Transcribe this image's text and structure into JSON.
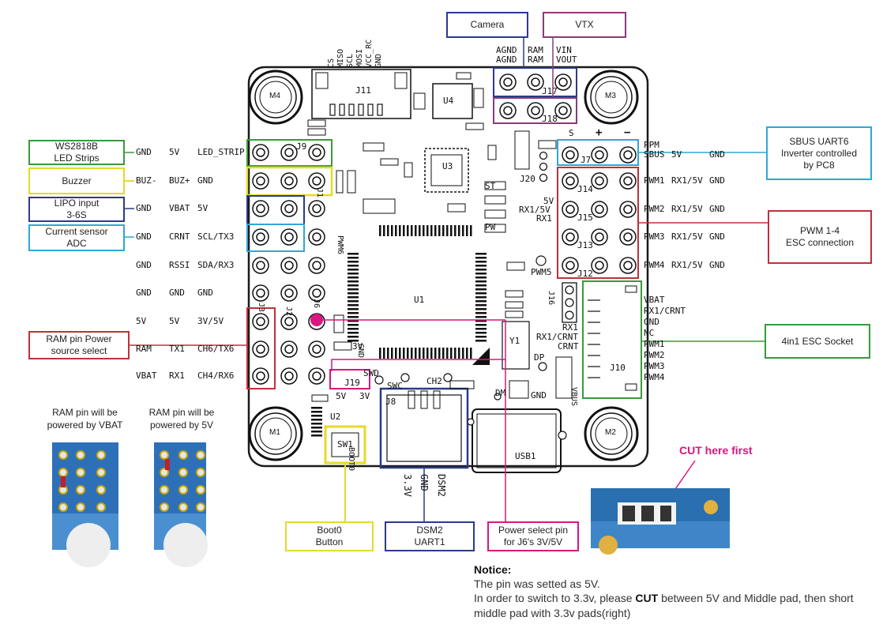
{
  "colors": {
    "green": "#3a9a3a",
    "yellow": "#e8d82a",
    "navy": "#2b3a8a",
    "cyan": "#2ea7d8",
    "red": "#c0303a",
    "purple": "#8a3a7a",
    "magenta": "#d9177f",
    "board": "#1a1a1a"
  },
  "callouts": {
    "ws2818b": "WS2818B\nLED Strips",
    "buzzer": "Buzzer",
    "lipo": "LIPO input\n3-6S",
    "current": "Current sensor\nADC",
    "ram_power": "RAM pin Power\nsource select",
    "camera": "Camera",
    "vtx": "VTX",
    "sbus": "SBUS UART6\nInverter controlled\nby PC8",
    "pwm": "PWM 1-4\nESC connection",
    "esc_socket": "4in1 ESC Socket",
    "boot0": "Boot0\nButton",
    "dsm2": "DSM2\nUART1",
    "power_select": "Power select pin\nfor J6's 3V/5V"
  },
  "left_pins": [
    [
      "GND",
      "5V",
      "LED_STRIP"
    ],
    [
      "BUZ-",
      "BUZ+",
      "GND"
    ],
    [
      "GND",
      "VBAT",
      "5V"
    ],
    [
      "GND",
      "CRNT",
      "SCL/TX3"
    ],
    [
      "GND",
      "RSSI",
      "SDA/RX3"
    ],
    [
      "GND",
      "GND",
      "GND"
    ],
    [
      "5V",
      "5V",
      "3V/5V"
    ],
    [
      "RAM",
      "TX1",
      "CH6/TX6"
    ],
    [
      "VBAT",
      "RX1",
      "CH4/RX6"
    ]
  ],
  "right_pins": [
    [
      "SBUS",
      "5V",
      "GND"
    ],
    [
      "PWM1",
      "RX1/5V",
      "GND"
    ],
    [
      "PWM2",
      "RX1/5V",
      "GND"
    ],
    [
      "PWM3",
      "RX1/5V",
      "GND"
    ],
    [
      "PWM4",
      "RX1/5V",
      "GND"
    ]
  ],
  "ppm": "PPM",
  "esc_pins": [
    "VBAT",
    "RX1/CRNT",
    "GND",
    "NC",
    "PWM1",
    "PWM2",
    "PWM3",
    "PWM4"
  ],
  "top_pins": [
    "CS",
    "MISO",
    "SCL",
    "MOSI",
    "VCC_RC",
    "GND"
  ],
  "cam_pins": [
    "AGND",
    "AGND",
    "RAM",
    "RAM",
    "VIN",
    "VOUT"
  ],
  "board_labels": {
    "m1": "M1",
    "m2": "M2",
    "m3": "M3",
    "m4": "M4",
    "j11": "J11",
    "j17": "J17",
    "j18": "J18",
    "j9": "J9",
    "j7": "J7",
    "j14": "J14",
    "j15": "J15",
    "j13": "J13",
    "j12": "J12",
    "j10": "J10",
    "j8": "J8",
    "j19": "J19",
    "j20": "J20",
    "j16": "J16",
    "j6": "J6",
    "j2": "J2",
    "j3": "J3",
    "j1": "J1",
    "u1": "U1",
    "u2": "U2",
    "u3": "U3",
    "u4": "U4",
    "y1": "Y1",
    "usb1": "USB1",
    "sw1": "SW1",
    "boot0": "BOOT0",
    "pwm6": "PWM6",
    "pwm5": "PWM5",
    "dp": "DP",
    "dm": "DM",
    "vbus": "VBUS",
    "gnd": "GND",
    "swd": "SWD",
    "swc": "SWC",
    "ch2": "CH2",
    "sel_5v": "5V",
    "sel_3v": "3V",
    "tv_3v": "3V",
    "tv_gnd": "GND",
    "j20_5v": "5V",
    "j20_rx1_5v": "RX1/5V",
    "j20_rx1": "RX1",
    "j16_rx1": "RX1",
    "j16_rx1crnt": "RX1/CRNT",
    "j16_crnt": "CRNT",
    "st": "ST",
    "pw": "PW",
    "s": "S",
    "plus": "+",
    "minus": "−",
    "dsm2_33v": "3.3V",
    "dsm2_gnd": "GND",
    "dsm2_dsm2": "DSM2"
  },
  "captions": {
    "vbat": "RAM pin will be\npowered by VBAT",
    "fivev": "RAM pin will be\npowered by 5V"
  },
  "cut_label": "CUT here first",
  "notice": {
    "title": "Notice:",
    "line1": "The pin was setted as 5V.",
    "line2_pre": "In order to switch to 3.3v, please ",
    "line2_bold": "CUT",
    "line2_post": " between 5V and Middle pad, then short middle pad with 3.3v pads(right)"
  }
}
